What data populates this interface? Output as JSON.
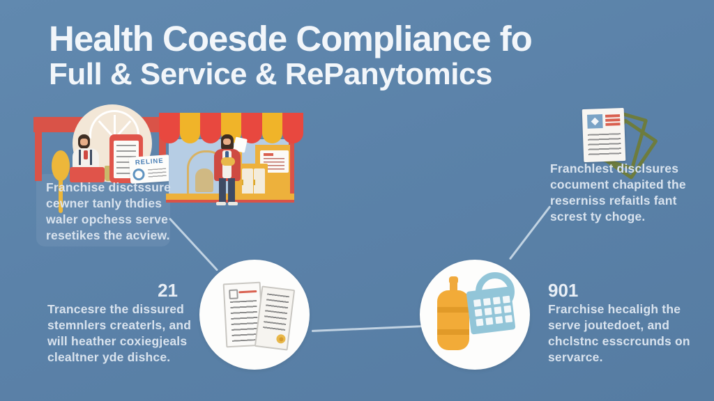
{
  "title": {
    "line1": "Health Coesde Compliance fo",
    "line2": "Full & Service & RePanytomics"
  },
  "steps": {
    "top_left": {
      "lines": [
        "Franchise disctssure",
        "cewner tanly thdies",
        "waler opchess serve",
        "resetikes the acview."
      ]
    },
    "top_right": {
      "lines": [
        "Franchlest disclsures",
        "cocument chapited the",
        "reserniss refaitls fant",
        "screst ty choge."
      ]
    },
    "bottom_left": {
      "number": "21",
      "lines": [
        "Trancesre the dissured",
        "stemnlers createrls, and",
        "will heather coxiegjeals",
        "clealtner yde dishce."
      ]
    },
    "bottom_right": {
      "number": "901",
      "lines": [
        "Frarchise hecaligh the",
        "serve joutedoet, and",
        "chclstnc esscrcunds on",
        "servarce."
      ]
    }
  },
  "illustrations": {
    "left_scene": {
      "card_text": "RELINE"
    }
  },
  "colors": {
    "background": "#5b82a9",
    "title_text": "#f2f6fa",
    "body_text": "#d9e3ee",
    "awning_red": "#e8483f",
    "awning_yellow": "#f0b429",
    "interior_blue": "#b6cde4",
    "cream_dome": "#f3e7d7",
    "olive_green": "#6d7c3e",
    "bottle_orange": "#f2ab38",
    "basket_blue": "#92c5d8",
    "connector": "#ccdbe9"
  }
}
